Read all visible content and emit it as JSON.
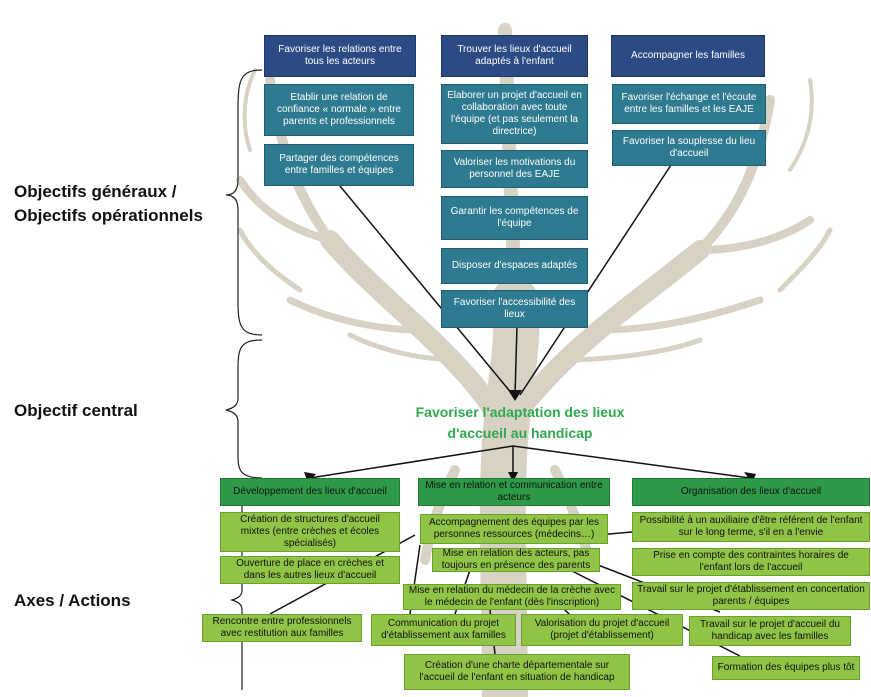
{
  "labels": {
    "objectifs_line1": "Objectifs généraux /",
    "objectifs_line2": "Objectifs opérationnels",
    "objectif_central": "Objectif central",
    "axes_actions": "Axes / Actions"
  },
  "central_objective": {
    "line1": "Favoriser l'adaptation des lieux",
    "line2": "d'accueil au handicap"
  },
  "general_objectives": [
    "Favoriser les relations entre tous les acteurs",
    "Trouver les lieux d'accueil adaptés à l'enfant",
    "Accompagner les familles"
  ],
  "operational_objectives": {
    "col1": [
      "Etablir une relation de confiance « normale » entre parents et professionnels",
      "Partager des compétences entre familles et équipes"
    ],
    "col2": [
      "Elaborer un projet d'accueil en collaboration avec toute l'équipe (et pas seulement la directrice)",
      "Valoriser les motivations du personnel des EAJE",
      "Garantir les compétences de l'équipe",
      "Disposer d'espaces adaptés",
      "Favoriser l'accessibilité des lieux"
    ],
    "col3": [
      "Favoriser l'échange et l'écoute entre les familles et les EAJE",
      "Favoriser la souplesse du lieu d'accueil"
    ]
  },
  "axes": [
    "Développement des lieux d'accueil",
    "Mise en relation et communication entre acteurs",
    "Organisation des lieux d'accueil"
  ],
  "actions": {
    "a1": "Création de structures d'accueil mixtes (entre crèches et écoles spécialisés)",
    "a2": "Ouverture de place en crèches et dans les autres lieux d'accueil",
    "a3": "Rencontre entre professionnels avec restitution aux familles",
    "b1": "Accompagnement des équipes par les personnes ressources (médecins…)",
    "b2": "Mise en relation des acteurs, pas toujours en présence des parents",
    "b3": "Mise en relation du médecin de la crèche avec le médecin de l'enfant (dès l'inscription)",
    "b4": "Communication du projet d'établissement aux familles",
    "b5": "Valorisation du projet d'accueil (projet d'établissement)",
    "b6": "Création d'une charte départementale sur l'accueil de l'enfant en situation de handicap",
    "c1": "Possibilité à un auxiliaire d'être référent de l'enfant sur le long terme, s'il en a l'envie",
    "c2": "Prise en compte des contraintes horaires de l'enfant lors de l'accueil",
    "c3": "Travail sur le projet d'établissement en concertation parents / équipes",
    "c4": "Travail sur le projet d'accueil du handicap avec les familles",
    "c5": "Formation des équipes plus tôt"
  },
  "colors": {
    "navy": "#2c4b85",
    "teal": "#2e7a90",
    "dark_green": "#2e9a48",
    "light_green": "#8fc446",
    "central_text": "#2fa84f"
  }
}
